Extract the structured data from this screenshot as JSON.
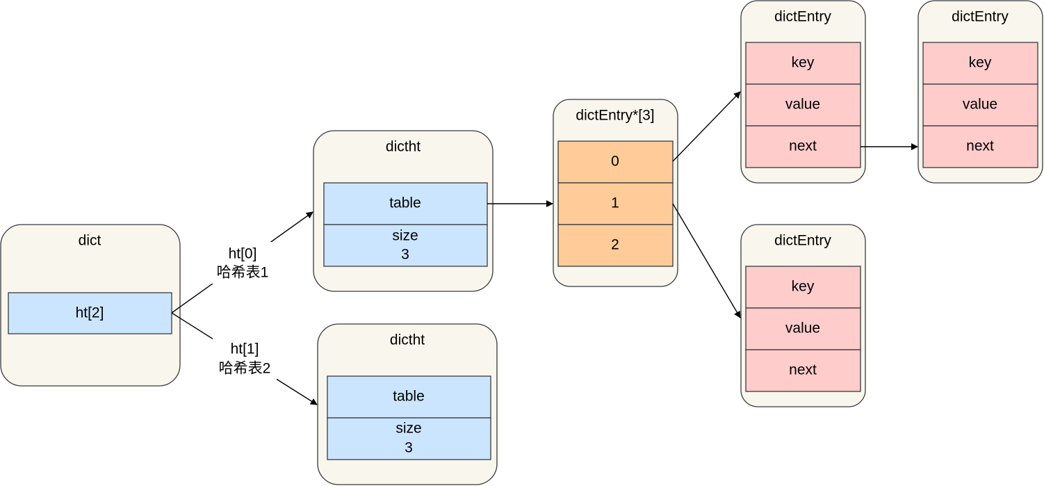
{
  "nodes": {
    "dict": {
      "title": "dict",
      "field": "ht[2]"
    },
    "dictht0": {
      "title": "dictht",
      "table": "table",
      "size_label": "size",
      "size_value": "3"
    },
    "dictht1": {
      "title": "dictht",
      "table": "table",
      "size_label": "size",
      "size_value": "3"
    },
    "entry_array": {
      "title": "dictEntry*[3]",
      "slots": [
        "0",
        "1",
        "2"
      ]
    },
    "entry_a": {
      "title": "dictEntry",
      "fields": [
        "key",
        "value",
        "next"
      ]
    },
    "entry_b": {
      "title": "dictEntry",
      "fields": [
        "key",
        "value",
        "next"
      ]
    },
    "entry_c": {
      "title": "dictEntry",
      "fields": [
        "key",
        "value",
        "next"
      ]
    }
  },
  "edge_labels": {
    "ht0_name": "ht[0]",
    "ht0_desc": "哈希表1",
    "ht1_name": "ht[1]",
    "ht1_desc": "哈希表2"
  },
  "colors": {
    "container_fill": "#f9f7ed",
    "blue_cell": "#cce5ff",
    "orange_cell": "#ffcc99",
    "pink_cell": "#ffcccc",
    "stroke": "#36393d"
  }
}
